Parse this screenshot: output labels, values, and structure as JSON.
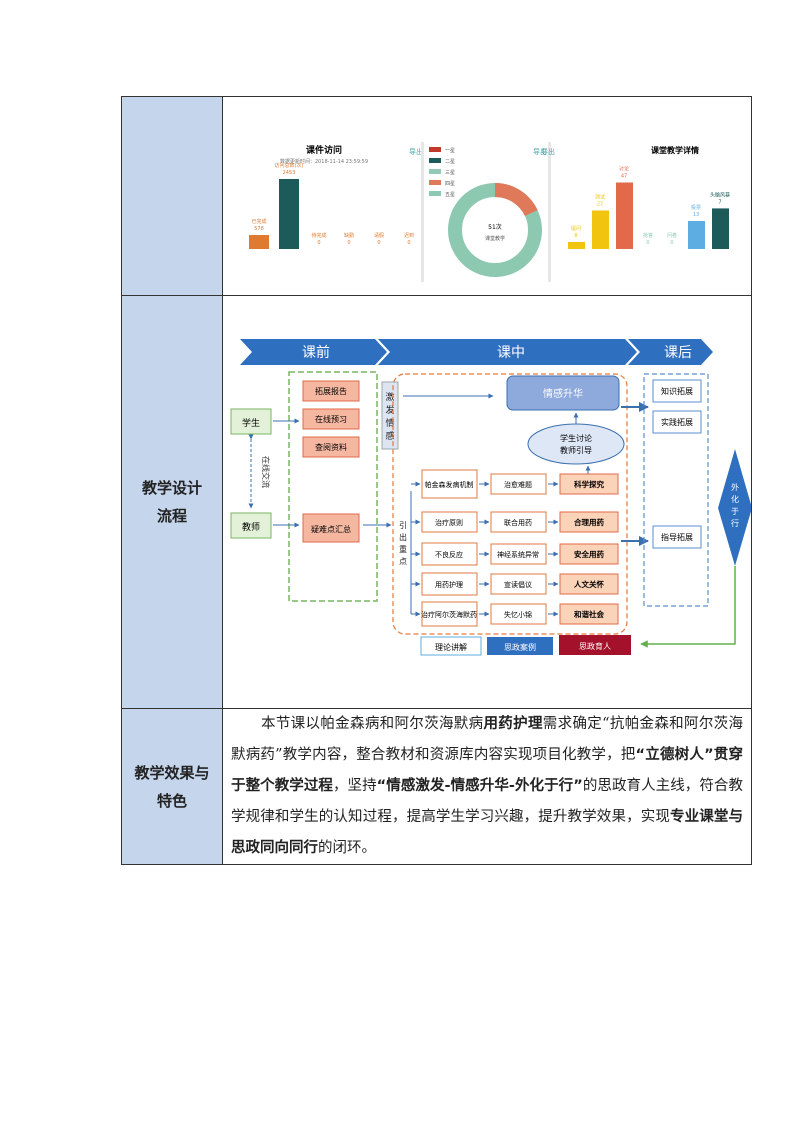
{
  "rows": [
    {
      "label": ""
    },
    {
      "label_lines": [
        "教学设计",
        "流程"
      ]
    },
    {
      "label_lines": [
        "教学效果与",
        "特色"
      ]
    }
  ],
  "stats": {
    "panel1": {
      "title": "课件访问",
      "subtitle": "数据更新时间：2018-11-14 23:59:59",
      "export": "导出",
      "bar_labels": [
        {
          "name": "已完成",
          "value": "578"
        },
        {
          "name": "访问总数(次)",
          "value": "2453"
        },
        {
          "name": "待完成",
          "value": "0"
        },
        {
          "name": "缺勤",
          "value": "0"
        },
        {
          "name": "请假",
          "value": "0"
        },
        {
          "name": "迟到",
          "value": "0"
        }
      ],
      "bar_values": [
        0.2,
        1.0,
        0,
        0,
        0,
        0
      ]
    },
    "panel2": {
      "export": "导出",
      "legend": [
        "一星",
        "二星",
        "三星",
        "四星",
        "五星"
      ],
      "legend_colors": [
        "#c0392b",
        "#1d5a5a",
        "#95c9b7",
        "#e0785a",
        "#8cc9b0"
      ],
      "center_value": "51次",
      "center_label": "课堂教学",
      "share_orange": 0.18
    },
    "panel3": {
      "title": "课堂教学详情",
      "export": "导出",
      "bar_labels": [
        {
          "name": "提问",
          "value": "8"
        },
        {
          "name": "测试",
          "value": "27"
        },
        {
          "name": "讨论",
          "value": "47"
        },
        {
          "name": "抢答",
          "value": "0"
        },
        {
          "name": "问卷",
          "value": "0"
        },
        {
          "name": "投票",
          "value": "13"
        },
        {
          "name": "头脑风暴",
          "value": "7"
        }
      ],
      "bar_values": [
        0.1,
        0.55,
        0.95,
        0,
        0,
        0.4,
        0.58
      ],
      "bar_colors": [
        "#f1c40f",
        "#f1c40f",
        "#e2694a",
        "#8cc9b0",
        "#8cc9b0",
        "#5dade2",
        "#1d5a5a"
      ]
    }
  },
  "flow": {
    "phases": [
      "课前",
      "课中",
      "课后"
    ],
    "pre": {
      "student": "学生",
      "teacher": "教师",
      "interact": "在线交流",
      "tasks": [
        "拓展报告",
        "在线预习",
        "查阅资料"
      ],
      "summary": "疑难点汇总"
    },
    "inclass": {
      "stimulate": "激发情感",
      "sublimate": "情感升华",
      "discuss": [
        "学生讨论",
        "教师引导"
      ],
      "guide": "引出重点",
      "topics": [
        "帕金森发病机制",
        "治疗原则",
        "不良反应",
        "用药护理",
        "治疗阿尔茨海默药"
      ],
      "details": [
        "治愈难题",
        "联合用药",
        "神经系统异常",
        "宣读倡议",
        "失忆小锦"
      ],
      "values": [
        "科学探究",
        "合理用药",
        "安全用药",
        "人文关怀",
        "和谐社会"
      ],
      "tags": [
        "理论讲解",
        "思政案例",
        "思政育人"
      ]
    },
    "post": {
      "items": [
        "知识拓展",
        "实践拓展",
        "指导拓展"
      ],
      "outcome": "外化于行"
    }
  },
  "summary": {
    "segments": [
      {
        "t": "本节课以帕金森病和阿尔茨海默病",
        "b": false
      },
      {
        "t": "用药护理",
        "b": true
      },
      {
        "t": "需求确定“抗帕金森和阿尔茨海默病药”教学内容，整合教材和资源库内容实现项目化教学，把",
        "b": false
      },
      {
        "t": "“立德树人”贯穿于整个教学过程",
        "b": true
      },
      {
        "t": "，坚持",
        "b": false
      },
      {
        "t": "“情感激发-情感升华-外化于行”",
        "b": true
      },
      {
        "t": "的思政育人主线，符合教学规律和学生的认知过程，提高学生学习兴趣，提升教学效果，实现",
        "b": false
      },
      {
        "t": "专业课堂与思政同向同行",
        "b": true
      },
      {
        "t": "的闭环。",
        "b": false
      }
    ]
  }
}
